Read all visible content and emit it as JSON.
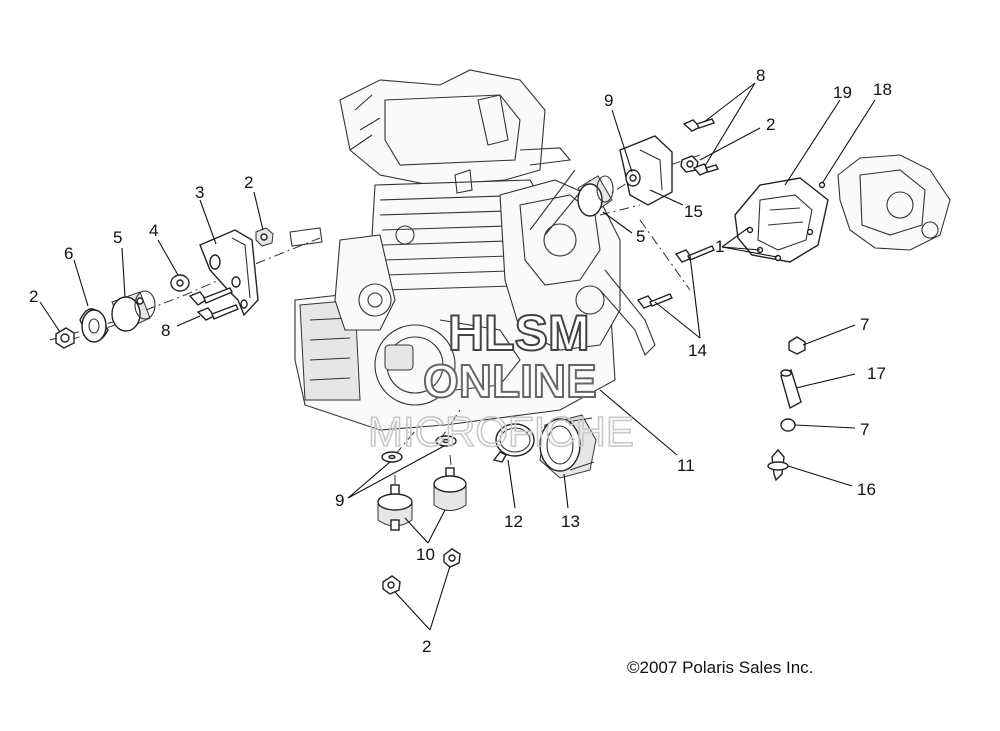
{
  "watermark": {
    "line1": "HLSM",
    "line2": "ONLINE",
    "line3": "MICROFICHE"
  },
  "copyright": "©2007  Polaris Sales Inc.",
  "callouts": [
    {
      "id": "c-8-top",
      "text": "8"
    },
    {
      "id": "c-9-top",
      "text": "9"
    },
    {
      "id": "c-2-top-right",
      "text": "2"
    },
    {
      "id": "c-19",
      "text": "19"
    },
    {
      "id": "c-18",
      "text": "18"
    },
    {
      "id": "c-3",
      "text": "3"
    },
    {
      "id": "c-2-upper",
      "text": "2"
    },
    {
      "id": "c-5-left",
      "text": "5"
    },
    {
      "id": "c-4",
      "text": "4"
    },
    {
      "id": "c-6",
      "text": "6"
    },
    {
      "id": "c-2-left",
      "text": "2"
    },
    {
      "id": "c-8-left",
      "text": "8"
    },
    {
      "id": "c-15",
      "text": "15"
    },
    {
      "id": "c-5-right",
      "text": "5"
    },
    {
      "id": "c-1",
      "text": "1"
    },
    {
      "id": "c-14",
      "text": "14"
    },
    {
      "id": "c-7-top",
      "text": "7"
    },
    {
      "id": "c-17",
      "text": "17"
    },
    {
      "id": "c-7-bottom",
      "text": "7"
    },
    {
      "id": "c-16",
      "text": "16"
    },
    {
      "id": "c-11",
      "text": "11"
    },
    {
      "id": "c-9-bottom",
      "text": "9"
    },
    {
      "id": "c-12",
      "text": "12"
    },
    {
      "id": "c-13",
      "text": "13"
    },
    {
      "id": "c-10",
      "text": "10"
    },
    {
      "id": "c-2-bottom",
      "text": "2"
    }
  ]
}
